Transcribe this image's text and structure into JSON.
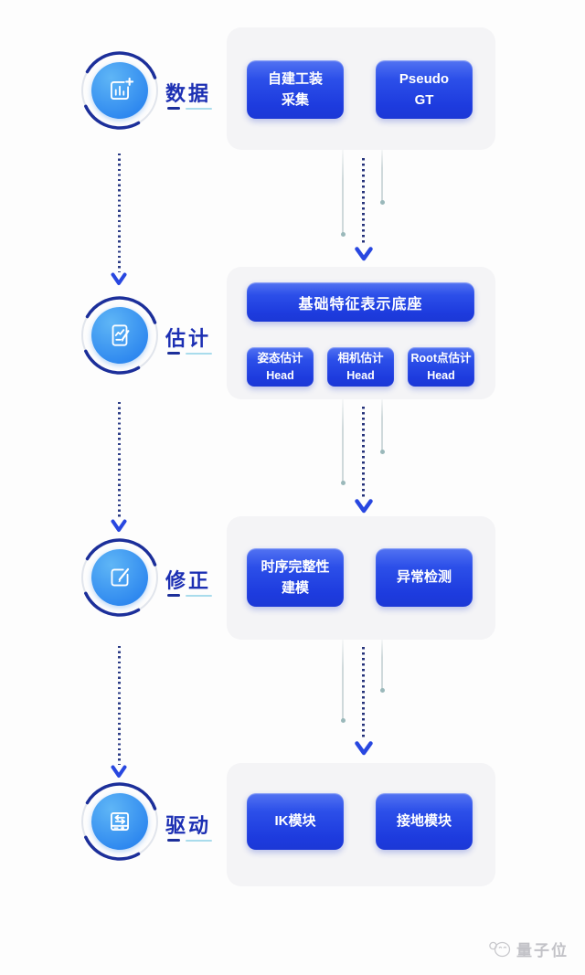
{
  "colors": {
    "page_bg": "#fdfdfd",
    "card_bg": "#f4f4f6",
    "button_blue": "#1e3fe0",
    "label_blue": "#1c2fb3",
    "ring_dark": "#1c2f9a",
    "ring_light": "#e1e5ec",
    "circle_fill": "#2e88ef",
    "arrow_dot_navy": "#26337b",
    "arrow_head_blue": "#2847e0",
    "thin_line_gray": "#cfd9db",
    "underline_cyan": "#a9dcec",
    "watermark_gray": "#c2c2c7"
  },
  "stages": [
    {
      "label": "数据",
      "icon": "bar-chart-plus-icon",
      "buttons": [
        {
          "lines": [
            "自建工装",
            "采集"
          ]
        },
        {
          "lines": [
            "Pseudo",
            "GT"
          ]
        }
      ]
    },
    {
      "label": "估计",
      "icon": "document-edit-icon",
      "top_button": "基础特征表示底座",
      "buttons": [
        {
          "lines": [
            "姿态估计",
            "Head"
          ]
        },
        {
          "lines": [
            "相机估计",
            "Head"
          ]
        },
        {
          "lines": [
            "Root点估计",
            "Head"
          ]
        }
      ]
    },
    {
      "label": "修正",
      "icon": "pencil-square-icon",
      "buttons": [
        {
          "lines": [
            "时序完整性",
            "建模"
          ]
        },
        {
          "lines": [
            "异常检测"
          ]
        }
      ]
    },
    {
      "label": "驱动",
      "icon": "server-arrows-icon",
      "buttons": [
        {
          "lines": [
            "IK模块"
          ]
        },
        {
          "lines": [
            "接地模块"
          ]
        }
      ]
    }
  ],
  "watermark": {
    "brand": "量子位",
    "icon": "qbit-mascot-icon"
  }
}
